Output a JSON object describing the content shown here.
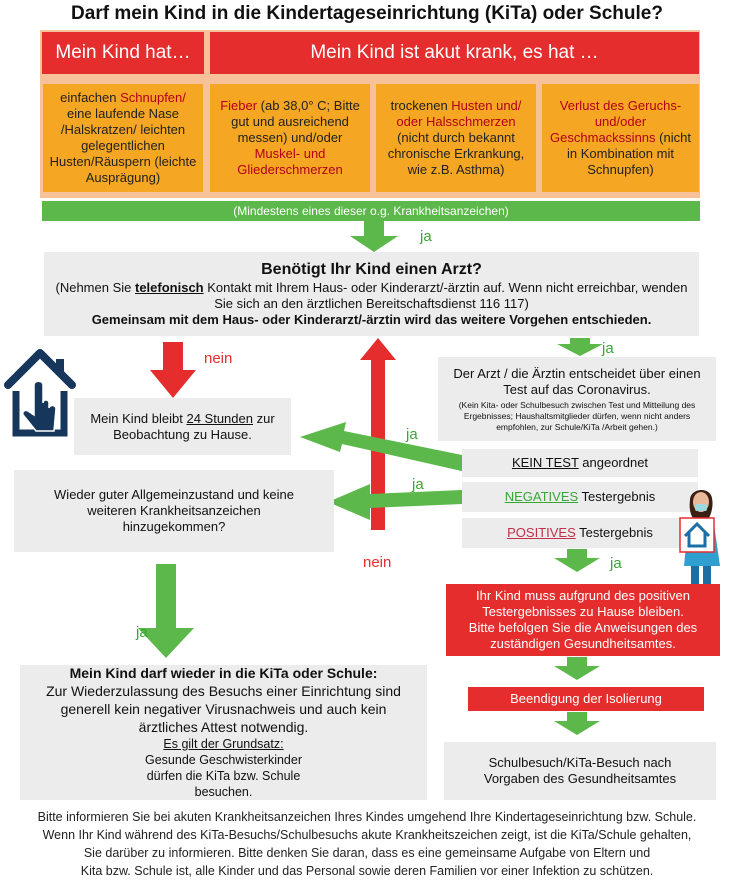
{
  "title": "Darf mein Kind in die Kindertageseinrichtung (KiTa) oder Schule?",
  "headers": {
    "left": "Mein Kind hat…",
    "right": "Mein Kind ist akut krank, es hat …"
  },
  "symptoms": {
    "s1": {
      "a": "einfachen ",
      "b": "Schnupfen/",
      "c": " eine laufende Nase /Halskratzen/ leichten gelegentlichen Husten/Räuspern (leichte Ausprägung)"
    },
    "s2": {
      "a": "Fieber",
      "b": " (ab 38,0° C; Bitte gut und ausreichend messen)",
      "c": " und/oder ",
      "d": "Muskel- und Gliederschmerzen"
    },
    "s3": {
      "a": "trockenen ",
      "b": "Husten und/ oder Halsschmerzen",
      "c": " (nicht durch bekannt chronische Erkrankung, wie z.B. Asthma)"
    },
    "s4": {
      "a": "Verlust des Geruchs- und/oder Geschmackssinns",
      "b": " (nicht in Kombination mit Schnupfen)"
    }
  },
  "green_bar": "(Mindestens eines dieser o.g. Krankheitsanzeichen)",
  "labels": {
    "ja": "ja",
    "nein": "nein"
  },
  "doctor": {
    "question": "Benötigt Ihr Kind einen Arzt?",
    "line_a": "(Nehmen Sie ",
    "line_b": "telefonisch",
    "line_c": " Kontakt mit Ihrem Haus- oder Kinderarzt/-ärztin auf. Wenn nicht erreichbar, wenden Sie sich an den ärztlichen Bereitschaftsdienst 116 117)",
    "line_d": "Gemeinsam mit dem Haus- oder Kinderarzt/-ärztin wird das weitere Vorgehen entschieden."
  },
  "observe": {
    "a": "Mein Kind bleibt ",
    "b": "24 Stunden",
    "c": " zur Beobachtung zu Hause."
  },
  "recovered": "Wieder guter Allgemeinzustand und keine weiteren Krankheitsanzeichen hinzugekommen?",
  "test_decision": {
    "main": "Der Arzt / die Ärztin entscheidet über einen Test auf das Coronavirus.",
    "note": "(Kein Kita- oder Schulbesuch zwischen Test und Mitteilung des Ergebnisses; Haushaltsmitglieder dürfen, wenn nicht anders empfohlen, zur Schule/KiTa /Arbeit gehen.)"
  },
  "results": {
    "none": {
      "a": "KEIN TEST",
      "b": " angeordnet"
    },
    "negative": {
      "a": "NEGATIVES",
      "b": " Testergebnis"
    },
    "positive": {
      "a": "POSITIVES",
      "b": " Testergebnis"
    }
  },
  "positive_box": {
    "a": "Ihr Kind muss aufgrund des positiven Testergebnisses zu Hause bleiben.",
    "b": "Bitte befolgen Sie die Anweisungen des zuständigen Gesundheitsamtes."
  },
  "isolation_end": "Beendigung der Isolierung",
  "school_visit": "Schulbesuch/KiTa-Besuch nach Vorgaben des Gesundheitsamtes",
  "allowed": {
    "head": "Mein Kind darf wieder in die KiTa oder Schule:",
    "body": "Zur Wiederzulassung des Besuchs einer Einrichtung sind generell kein negativer Virusnachweis und auch kein ärztliches Attest notwendig.",
    "rule_head": "Es gilt der Grundsatz:",
    "rule_body": "Gesunde Geschwisterkinder dürfen die KiTa bzw. Schule besuchen."
  },
  "footer": {
    "l1": "Bitte informieren Sie bei akuten Krankheitsanzeichen Ihres Kindes umgehend Ihre Kindertageseinrichtung bzw. Schule.",
    "l2": "Wenn Ihr Kind während des KiTa-Besuchs/Schulbesuchs akute Krankheitszeichen zeigt, ist die KiTa/Schule gehalten,",
    "l3": "Sie darüber zu informieren. Bitte denken Sie daran, dass es eine gemeinsame Aufgabe von Eltern und",
    "l4": "Kita bzw. Schule ist, alle Kinder und das Personal sowie deren Familien vor einer Infektion zu schützen."
  },
  "colors": {
    "red": "#e52d2d",
    "orange": "#f5a623",
    "green": "#5cb84a",
    "gray": "#ececec",
    "navy": "#16365c"
  },
  "icons": [
    "house-hand-icon",
    "doctor-with-house-icon"
  ]
}
